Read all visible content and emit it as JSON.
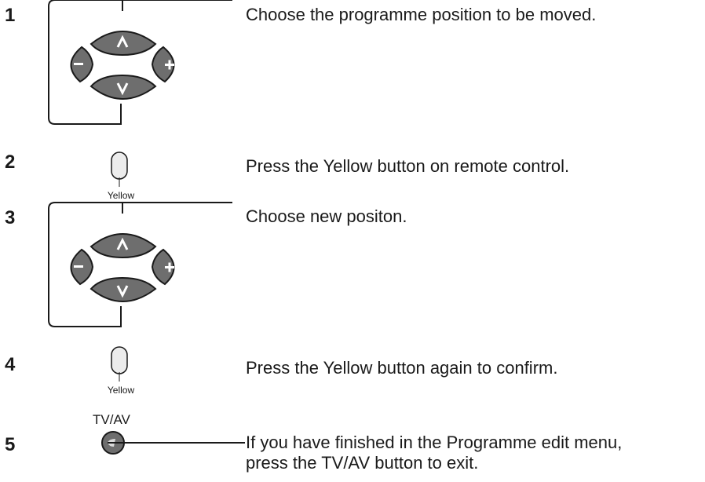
{
  "steps": [
    {
      "number": "1",
      "text": "Choose the programme position to be moved."
    },
    {
      "number": "2",
      "text": "Press the Yellow button on remote control.",
      "button_label": "Yellow"
    },
    {
      "number": "3",
      "text": "Choose new positon."
    },
    {
      "number": "4",
      "text": "Press the Yellow button again to confirm.",
      "button_label": "Yellow"
    },
    {
      "number": "5",
      "text_lines": [
        "If you have finished in the Programme edit menu,",
        "press the TV/AV button to exit."
      ],
      "button_label": "TV/AV"
    }
  ],
  "dpad": {
    "up": "∧",
    "down": "∨",
    "left": "−",
    "right": "+"
  },
  "colors": {
    "button_fill": "#6e6e6e",
    "button_light": "#e6e6e6",
    "line": "#1a1a1a"
  }
}
